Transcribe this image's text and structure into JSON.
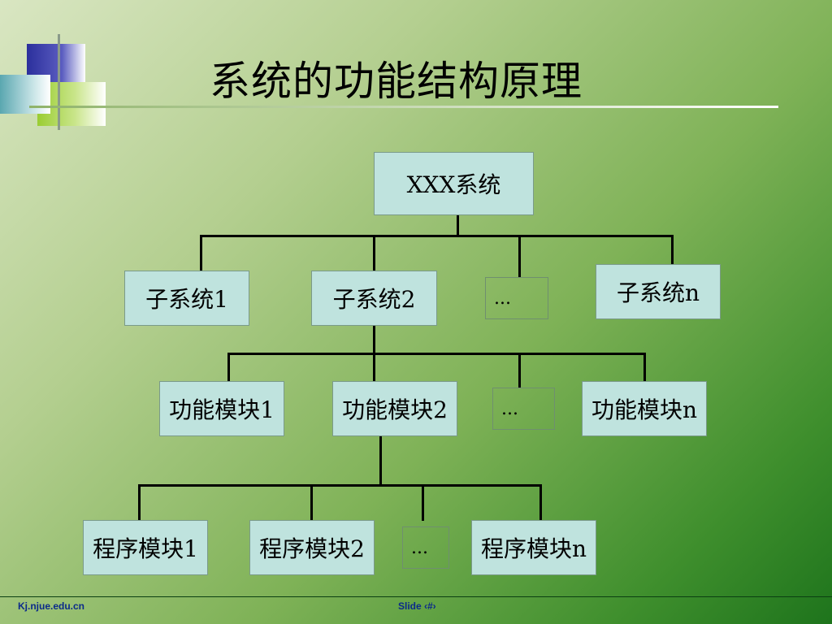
{
  "title": "系统的功能结构原理",
  "colors": {
    "box_fill": "#bfe3de",
    "deco_blue": "#2b2f9c",
    "deco_green": "#9acd32",
    "footer_text": "#0b2a8a"
  },
  "tree": {
    "root": "XXX系统",
    "subsystems": [
      "子系统1",
      "子系统2",
      "...",
      "子系统n"
    ],
    "modules": [
      "功能模块1",
      "功能模块2",
      "...",
      "功能模块n"
    ],
    "programs": [
      "程序模块1",
      "程序模块2",
      "...",
      "程序模块n"
    ]
  },
  "footer": {
    "left": "Kj.njue.edu.cn",
    "right": "Slide ‹#›"
  }
}
